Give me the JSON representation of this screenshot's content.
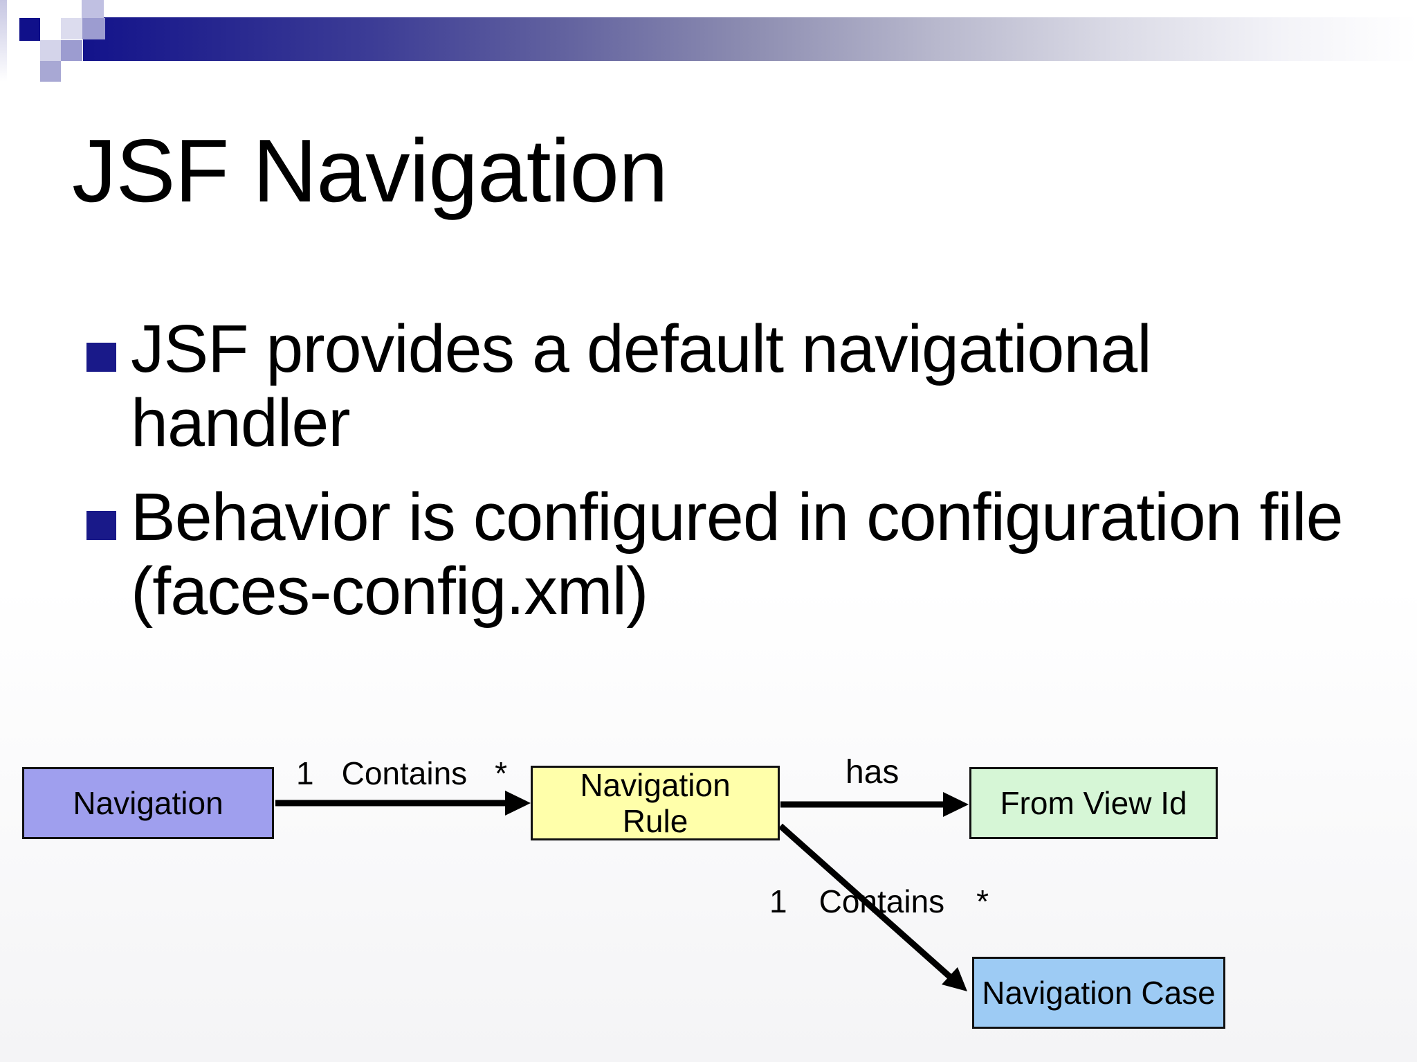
{
  "slide": {
    "title": "JSF Navigation",
    "bullets": [
      {
        "lines": [
          "JSF provides a default navigational",
          "handler"
        ]
      },
      {
        "lines": [
          "Behavior is configured in configuration file",
          "(faces-config.xml)"
        ]
      }
    ]
  },
  "diagram": {
    "boxes": {
      "navigation": {
        "label": "Navigation",
        "fill": "#9f9fee"
      },
      "navigation_rule": {
        "line1": "Navigation",
        "line2": "Rule",
        "fill": "#ffffaa"
      },
      "from_view_id": {
        "label": "From View Id",
        "fill": "#d6f6d6"
      },
      "navigation_case": {
        "label": "Navigation Case",
        "fill": "#9dcbf4"
      }
    },
    "relations": {
      "contains_rule": {
        "from_card": "1",
        "verb": "Contains",
        "to_card": "*"
      },
      "has": {
        "verb": "has"
      },
      "contains_case": {
        "from_card": "1",
        "verb": "Contains",
        "to_card": "*"
      }
    }
  },
  "colors": {
    "header_bar_dark": "#13138b",
    "header_square_dark": "#10108a",
    "bullet_marker": "#191989",
    "arrow": "#000000",
    "box_border": "#111111"
  }
}
